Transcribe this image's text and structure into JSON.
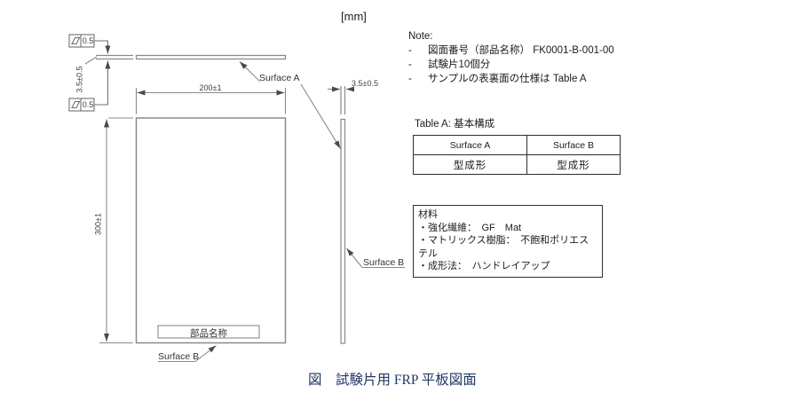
{
  "units_label": "[mm]",
  "drawing": {
    "flatness_top_value": "0.5",
    "flatness_bottom_value": "0.5",
    "thickness_front": "3.5±0.5",
    "width_dim": "200±1",
    "height_dim": "300±1",
    "thickness_side": "3.5±0.5",
    "surface_a_label": "Surface A",
    "surface_b_front_label": "Surface B",
    "surface_b_side_label": "Surface B",
    "part_name": "部品名称"
  },
  "note": {
    "title": "Note:",
    "bullet": "-",
    "items": [
      "図面番号（部品名称） FK0001-B-001-00",
      "試験片10個分",
      "サンプルの表裏面の仕様は Table A"
    ]
  },
  "table_a": {
    "title": "Table A: 基本構成",
    "headers": [
      "Surface A",
      "Surface B"
    ],
    "rows": [
      [
        "型成形",
        "型成形"
      ]
    ]
  },
  "material": {
    "title": "材料",
    "items": [
      "・強化繊維：　GF　Mat",
      "・マトリックス樹脂：　不飽和ポリエステル",
      "・成形法：　ハンドレイアップ"
    ]
  },
  "caption": "図　試験片用 FRP 平板図面",
  "colors": {
    "line": "#8a8a8a",
    "arrow": "#4a4a4a",
    "border": "#2e2e2e",
    "caption_text": "#203864"
  }
}
